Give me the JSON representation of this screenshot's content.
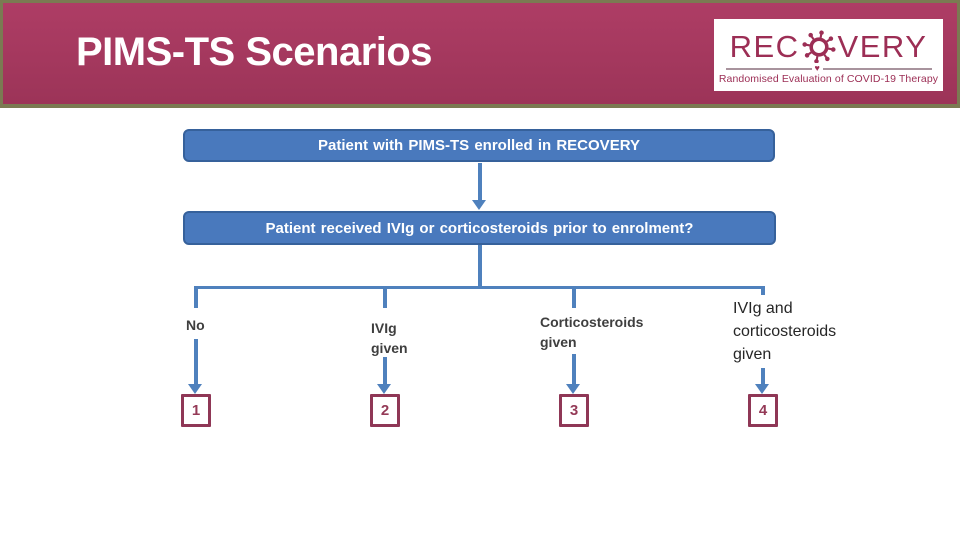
{
  "slide_title": "PIMS-TS Scenarios",
  "logo": {
    "brand_prefix": "REC",
    "brand_suffix": "VERY",
    "virus_icon": "virus-icon",
    "heart_icon": "♥",
    "tagline": "Randomised Evaluation of COVID-19 Therapy"
  },
  "flowchart": {
    "top_box_label": "Patient with PIMS-TS enrolled in RECOVERY",
    "question_box_label": "Patient received IVIg or corticosteroids prior to enrolment?",
    "branches": [
      {
        "label": "No",
        "number": "1"
      },
      {
        "label": "IVIg given",
        "number": "2"
      },
      {
        "label": "Corticosteroids given",
        "number": "3"
      },
      {
        "label": "IVIg and corticosteroids given",
        "number": "4"
      }
    ]
  },
  "colors": {
    "header_maroon": "#A23A60",
    "olive_border": "#7B7A52",
    "logo_maroon": "#9C2E55",
    "box_blue_fill": "#4979BD",
    "box_blue_border": "#36619B",
    "arrow_blue": "#4F81BD",
    "scenario_box_maroon": "#8F3756",
    "label_gray": "#3F3F3F"
  }
}
